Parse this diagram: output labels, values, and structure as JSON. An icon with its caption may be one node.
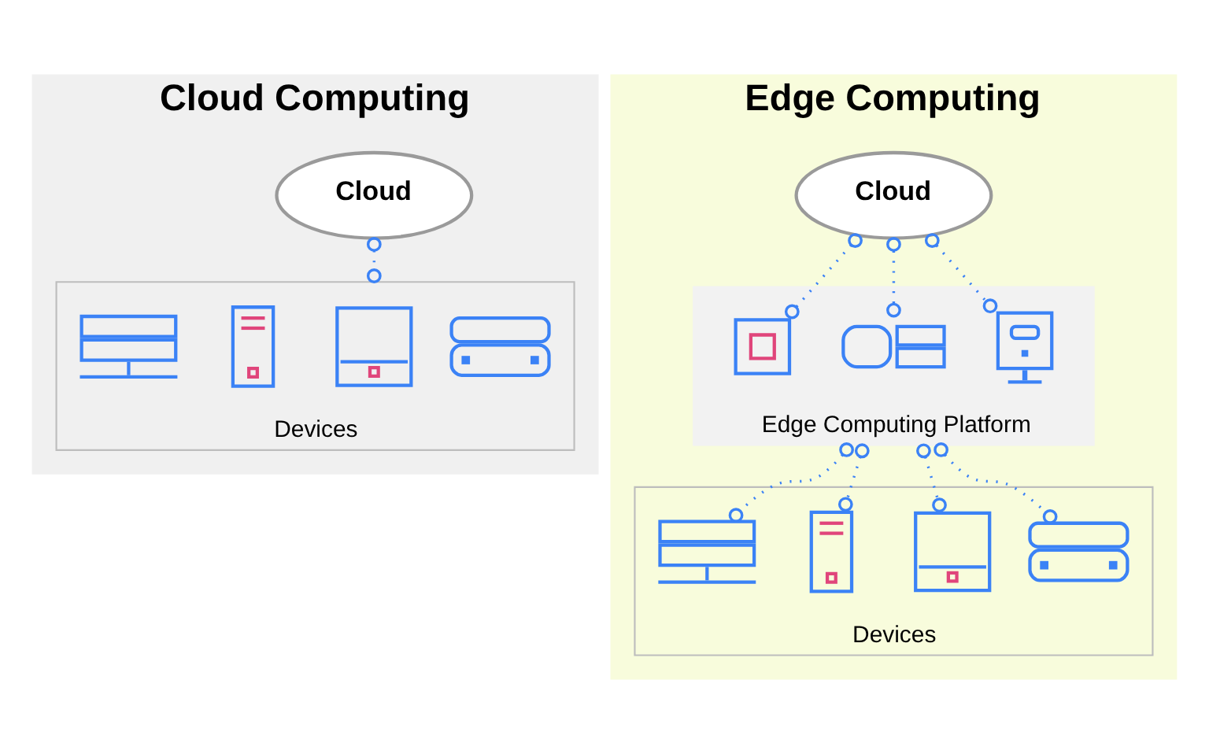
{
  "diagram": {
    "nodes": [
      {
        "text": [
          "Cloud Computing"
        ]
      },
      {
        "text": [
          "Cloud"
        ],
        "in": 0
      },
      {
        "text": [
          "Devices"
        ],
        "in": 0
      },
      {
        "text": [],
        "shape": "picture",
        "in": 2
      },
      {
        "text": [],
        "shape": "picture",
        "in": 2
      },
      {
        "text": [],
        "shape": "picture",
        "in": 2
      },
      {
        "text": [],
        "shape": "picture",
        "in": 2
      },
      {
        "text": [
          "Edge Computing"
        ]
      },
      {
        "text": [
          "Cloud"
        ],
        "in": 7
      },
      {
        "text": [
          "Edge Computing Platform"
        ],
        "in": 7
      },
      {
        "text": [],
        "shape": "picture",
        "in": 9
      },
      {
        "text": [],
        "shape": "picture",
        "in": 9
      },
      {
        "text": [],
        "shape": "picture",
        "in": 9
      },
      {
        "text": [
          "Devices"
        ],
        "in": 7
      },
      {
        "text": [],
        "shape": "picture",
        "in": 13
      },
      {
        "text": [],
        "shape": "picture",
        "in": 13
      },
      {
        "text": [],
        "shape": "picture",
        "in": 13
      },
      {
        "text": [],
        "shape": "picture",
        "in": 13
      }
    ],
    "edges": [
      {
        "from": 1,
        "to": 2,
        "arrow": "other"
      },
      {
        "from": 8,
        "to": 10,
        "arrow": "other"
      },
      {
        "from": 8,
        "to": 11,
        "arrow": "other"
      },
      {
        "from": 8,
        "to": 12,
        "arrow": "other"
      },
      {
        "from": 9,
        "to": 14,
        "arrow": "other"
      },
      {
        "from": 9,
        "to": 15,
        "arrow": "other"
      },
      {
        "from": 9,
        "to": 16,
        "arrow": "other"
      },
      {
        "from": 9,
        "to": 17,
        "arrow": "other"
      }
    ]
  }
}
